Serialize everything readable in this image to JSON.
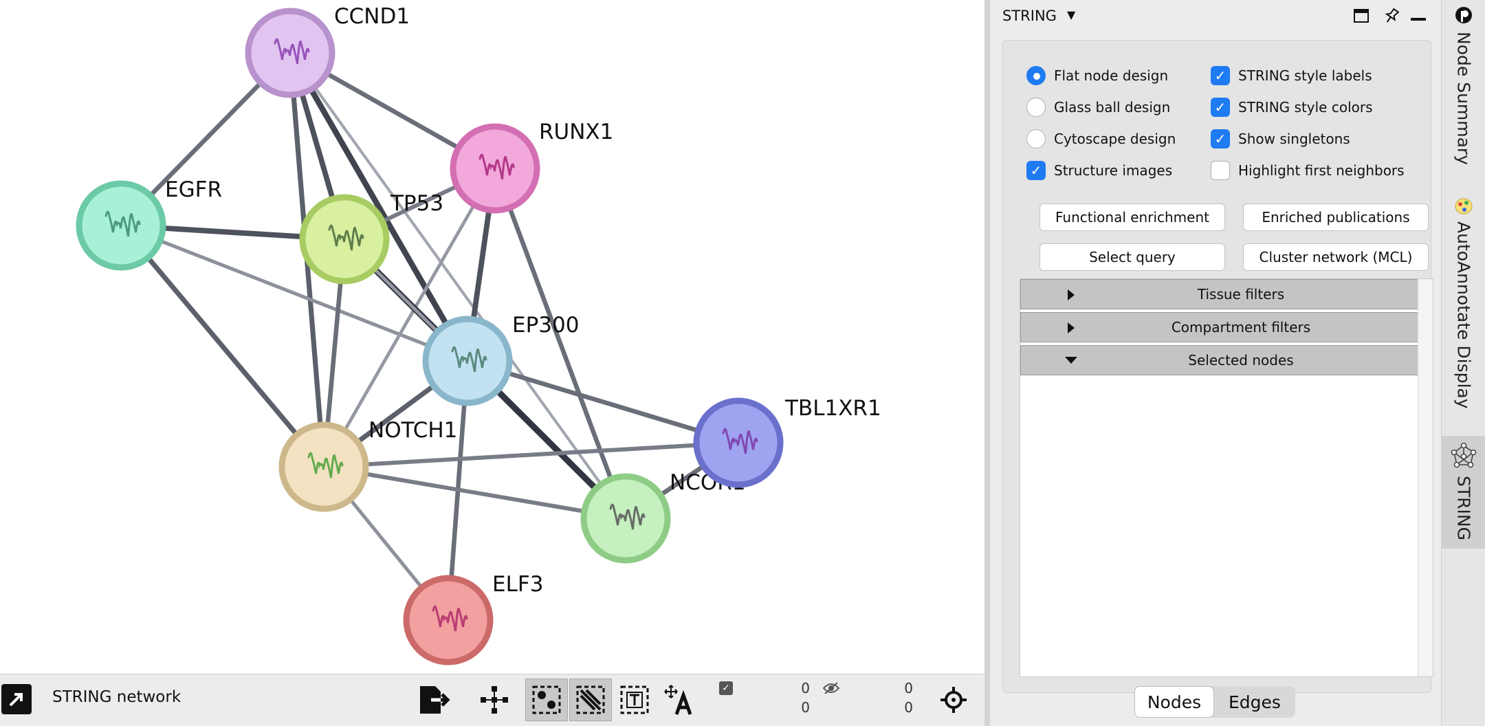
{
  "network": {
    "nodes": [
      {
        "id": "CCND1",
        "label": "CCND1",
        "fill": "#e2c4f0",
        "ring": "#b892cc",
        "protein": "#8a3fb0"
      },
      {
        "id": "RUNX1",
        "label": "RUNX1",
        "fill": "#f2a8da",
        "ring": "#d46eb2",
        "protein": "#a8237a"
      },
      {
        "id": "EGFR",
        "label": "EGFR",
        "fill": "#a8f0d8",
        "ring": "#6ccaa6",
        "protein": "#3c8a74"
      },
      {
        "id": "TP53",
        "label": "TP53",
        "fill": "#d8f0a0",
        "ring": "#a8cc62",
        "protein": "#4a6a3a"
      },
      {
        "id": "EP300",
        "label": "EP300",
        "fill": "#c2e2f2",
        "ring": "#8ab6cc",
        "protein": "#4a7a6a"
      },
      {
        "id": "TBL1XR1",
        "label": "TBL1XR1",
        "fill": "#a0a4f0",
        "ring": "#6a70cc",
        "protein": "#7a38a8"
      },
      {
        "id": "NOTCH1",
        "label": "NOTCH1",
        "fill": "#f2e2c2",
        "ring": "#ccb88a",
        "protein": "#4aa038"
      },
      {
        "id": "NCOR1",
        "label": "NCOR1",
        "fill": "#c6f0c0",
        "ring": "#8ecc86",
        "protein": "#555555"
      },
      {
        "id": "ELF3",
        "label": "ELF3",
        "fill": "#f2a0a0",
        "ring": "#cc6a6a",
        "protein": "#b02a6a"
      }
    ],
    "edges": [
      {
        "a": "CCND1",
        "b": "EGFR",
        "weight": 0.6
      },
      {
        "a": "CCND1",
        "b": "RUNX1",
        "weight": 0.6
      },
      {
        "a": "CCND1",
        "b": "TP53",
        "weight": 0.8
      },
      {
        "a": "CCND1",
        "b": "EP300",
        "weight": 0.9
      },
      {
        "a": "CCND1",
        "b": "NOTCH1",
        "weight": 0.7
      },
      {
        "a": "CCND1",
        "b": "NCOR1",
        "weight": 0.2
      },
      {
        "a": "EGFR",
        "b": "TP53",
        "weight": 0.8
      },
      {
        "a": "EGFR",
        "b": "EP300",
        "weight": 0.35
      },
      {
        "a": "EGFR",
        "b": "NOTCH1",
        "weight": 0.7
      },
      {
        "a": "RUNX1",
        "b": "TP53",
        "weight": 0.5
      },
      {
        "a": "RUNX1",
        "b": "EP300",
        "weight": 0.8
      },
      {
        "a": "RUNX1",
        "b": "NCOR1",
        "weight": 0.6
      },
      {
        "a": "RUNX1",
        "b": "NOTCH1",
        "weight": 0.3
      },
      {
        "a": "TP53",
        "b": "EP300",
        "weight": 1.0
      },
      {
        "a": "TP53",
        "b": "NOTCH1",
        "weight": 0.6
      },
      {
        "a": "TP53",
        "b": "NCOR1",
        "weight": 0.3
      },
      {
        "a": "EP300",
        "b": "NOTCH1",
        "weight": 0.7
      },
      {
        "a": "EP300",
        "b": "NCOR1",
        "weight": 1.0
      },
      {
        "a": "EP300",
        "b": "TBL1XR1",
        "weight": 0.6
      },
      {
        "a": "EP300",
        "b": "ELF3",
        "weight": 0.6
      },
      {
        "a": "NOTCH1",
        "b": "TBL1XR1",
        "weight": 0.5
      },
      {
        "a": "NOTCH1",
        "b": "NCOR1",
        "weight": 0.5
      },
      {
        "a": "NOTCH1",
        "b": "ELF3",
        "weight": 0.35
      },
      {
        "a": "NCOR1",
        "b": "TBL1XR1",
        "weight": 0.6
      }
    ]
  },
  "bottom_bar": {
    "network_title": "STRING network",
    "selected_nodes": "0",
    "selected_edges": "0",
    "hidden_nodes": "0",
    "hidden_edges": "0"
  },
  "panel": {
    "title": "STRING",
    "options_left": [
      {
        "label": "Flat node design",
        "kind": "radio",
        "on": true
      },
      {
        "label": "Glass ball design",
        "kind": "radio",
        "on": false
      },
      {
        "label": "Cytoscape design",
        "kind": "radio",
        "on": false
      },
      {
        "label": "Structure images",
        "kind": "check",
        "on": true
      }
    ],
    "options_right": [
      {
        "label": "STRING style labels",
        "kind": "check",
        "on": true
      },
      {
        "label": "STRING style colors",
        "kind": "check",
        "on": true
      },
      {
        "label": "Show singletons",
        "kind": "check",
        "on": true
      },
      {
        "label": "Highlight first neighbors",
        "kind": "check",
        "on": false
      }
    ],
    "buttons": {
      "functional_enrichment": "Functional enrichment",
      "enriched_publications": "Enriched publications",
      "select_query": "Select query",
      "cluster_network": "Cluster network (MCL)"
    },
    "sections": {
      "tissue": "Tissue filters",
      "compartment": "Compartment filters",
      "selected": "Selected nodes"
    },
    "tabs": {
      "nodes": "Nodes",
      "edges": "Edges"
    }
  },
  "side_dock": {
    "node_summary": "Node Summary",
    "autoannotate": "AutoAnnotate Display",
    "string": "STRING"
  }
}
